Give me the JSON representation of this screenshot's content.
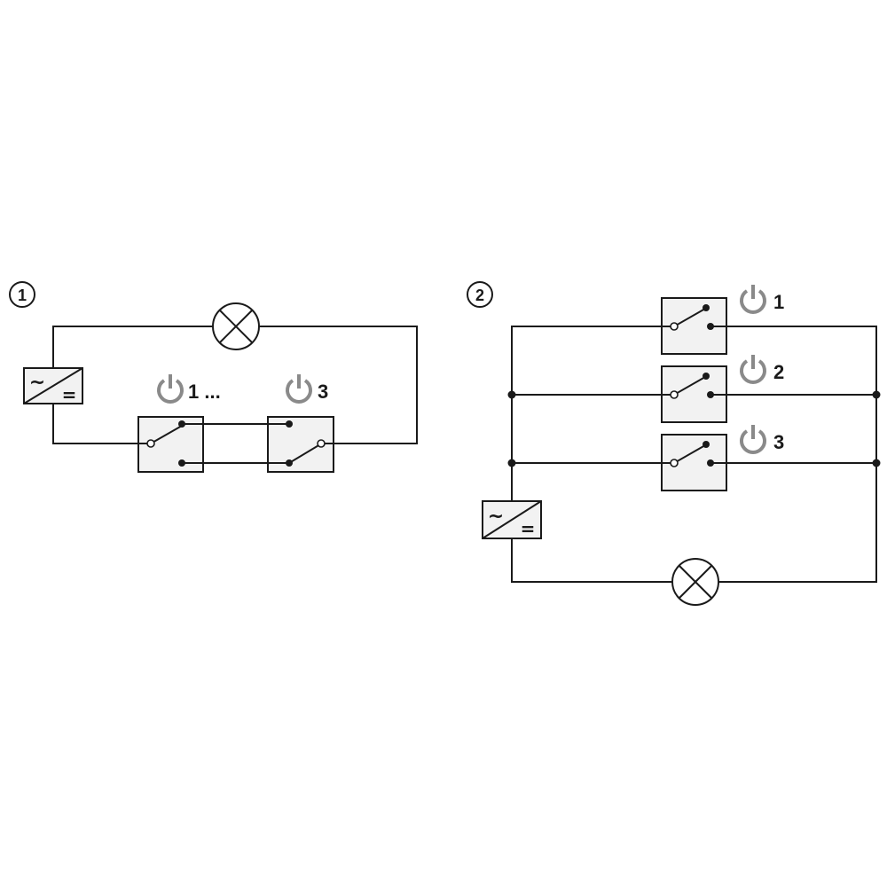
{
  "diagram_1": {
    "number": "1",
    "switch_labels": [
      "1 ...",
      "3"
    ],
    "converter": {
      "ac_symbol": "~",
      "dc_symbol": "="
    }
  },
  "diagram_2": {
    "number": "2",
    "switch_labels": [
      "1",
      "2",
      "3"
    ],
    "converter": {
      "ac_symbol": "~",
      "dc_symbol": "="
    }
  },
  "colors": {
    "line": "#1a1a1a",
    "power_icon": "#8a8a8a",
    "box_fill": "#f2f2f2"
  },
  "icons": [
    "power-icon",
    "lamp-icon",
    "ac-dc-converter-icon",
    "switch-icon"
  ]
}
